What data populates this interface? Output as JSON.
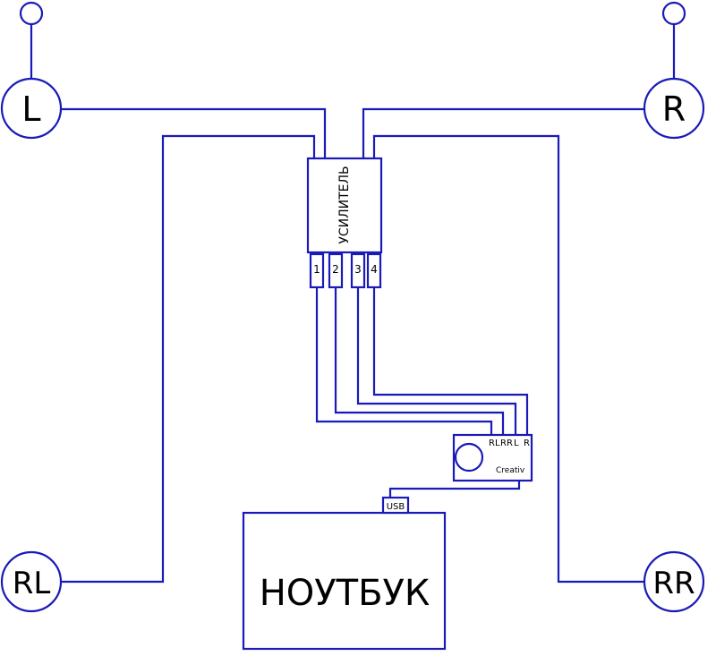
{
  "diagram": {
    "type": "wiring-diagram",
    "speakers": [
      {
        "id": "L",
        "label": "L"
      },
      {
        "id": "R",
        "label": "R"
      },
      {
        "id": "RL",
        "label": "RL"
      },
      {
        "id": "RR",
        "label": "RR"
      }
    ],
    "amplifier": {
      "label": "УСИЛИТЕЛЬ",
      "connectors": [
        "1",
        "2",
        "3",
        "4"
      ]
    },
    "sound_card": {
      "brand": "Creativ",
      "outputs": [
        "RL",
        "RR",
        "L",
        "R"
      ]
    },
    "usb_label": "USB",
    "laptop_label": "НОУТБУК",
    "connections": [
      {
        "from": "L",
        "to": "amplifier"
      },
      {
        "from": "R",
        "to": "amplifier"
      },
      {
        "from": "RL",
        "to": "amplifier"
      },
      {
        "from": "RR",
        "to": "amplifier"
      },
      {
        "from": "connector-1",
        "to": "RL"
      },
      {
        "from": "connector-2",
        "to": "RR"
      },
      {
        "from": "connector-3",
        "to": "L"
      },
      {
        "from": "connector-4",
        "to": "R"
      },
      {
        "from": "sound_card",
        "to": "laptop",
        "via": "USB"
      }
    ],
    "colors": {
      "line": "#1a1ab8",
      "text": "#000000",
      "background": "#ffffff"
    }
  }
}
